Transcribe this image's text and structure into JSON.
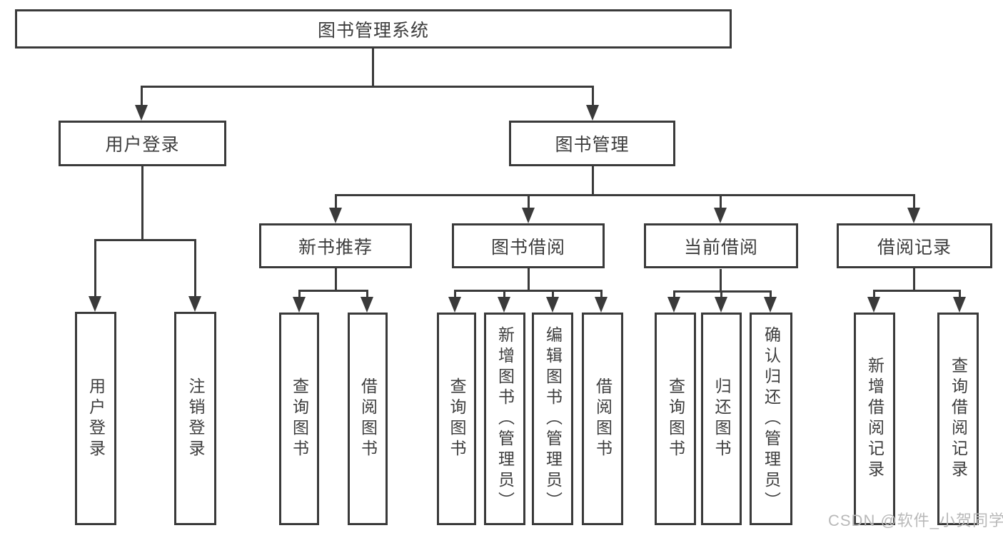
{
  "diagram": {
    "title": "图书管理系统",
    "watermark": "CSDN @软件_小贺同学",
    "colors": {
      "line": "#3a3a3a",
      "text": "#3d3d3d",
      "watermark_text": "#b9b9b9",
      "background": "#ffffff"
    },
    "root": {
      "id": "root",
      "label": "图书管理系统",
      "children": [
        {
          "id": "user-login",
          "label": "用户登录",
          "children": [
            {
              "id": "ul-login",
              "label": "用户登录"
            },
            {
              "id": "ul-logout",
              "label": "注销登录"
            }
          ]
        },
        {
          "id": "book-mgmt",
          "label": "图书管理",
          "children": [
            {
              "id": "new-book-rec",
              "label": "新书推荐",
              "children": [
                {
                  "id": "nbr-query",
                  "label": "查询图书"
                },
                {
                  "id": "nbr-borrow",
                  "label": "借阅图书"
                }
              ]
            },
            {
              "id": "book-borrow",
              "label": "图书借阅",
              "children": [
                {
                  "id": "bb-query",
                  "label": "查询图书"
                },
                {
                  "id": "bb-add",
                  "label": "新增图书（管理员）"
                },
                {
                  "id": "bb-edit",
                  "label": "编辑图书（管理员）"
                },
                {
                  "id": "bb-borrow",
                  "label": "借阅图书"
                }
              ]
            },
            {
              "id": "current-borrow",
              "label": "当前借阅",
              "children": [
                {
                  "id": "cb-query",
                  "label": "查询图书"
                },
                {
                  "id": "cb-return",
                  "label": "归还图书"
                },
                {
                  "id": "cb-confirm",
                  "label": "确认归还（管理员）"
                }
              ]
            },
            {
              "id": "borrow-records",
              "label": "借阅记录",
              "children": [
                {
                  "id": "br-add",
                  "label": "新增借阅记录"
                },
                {
                  "id": "br-query",
                  "label": "查询借阅记录"
                }
              ]
            }
          ]
        }
      ]
    }
  }
}
